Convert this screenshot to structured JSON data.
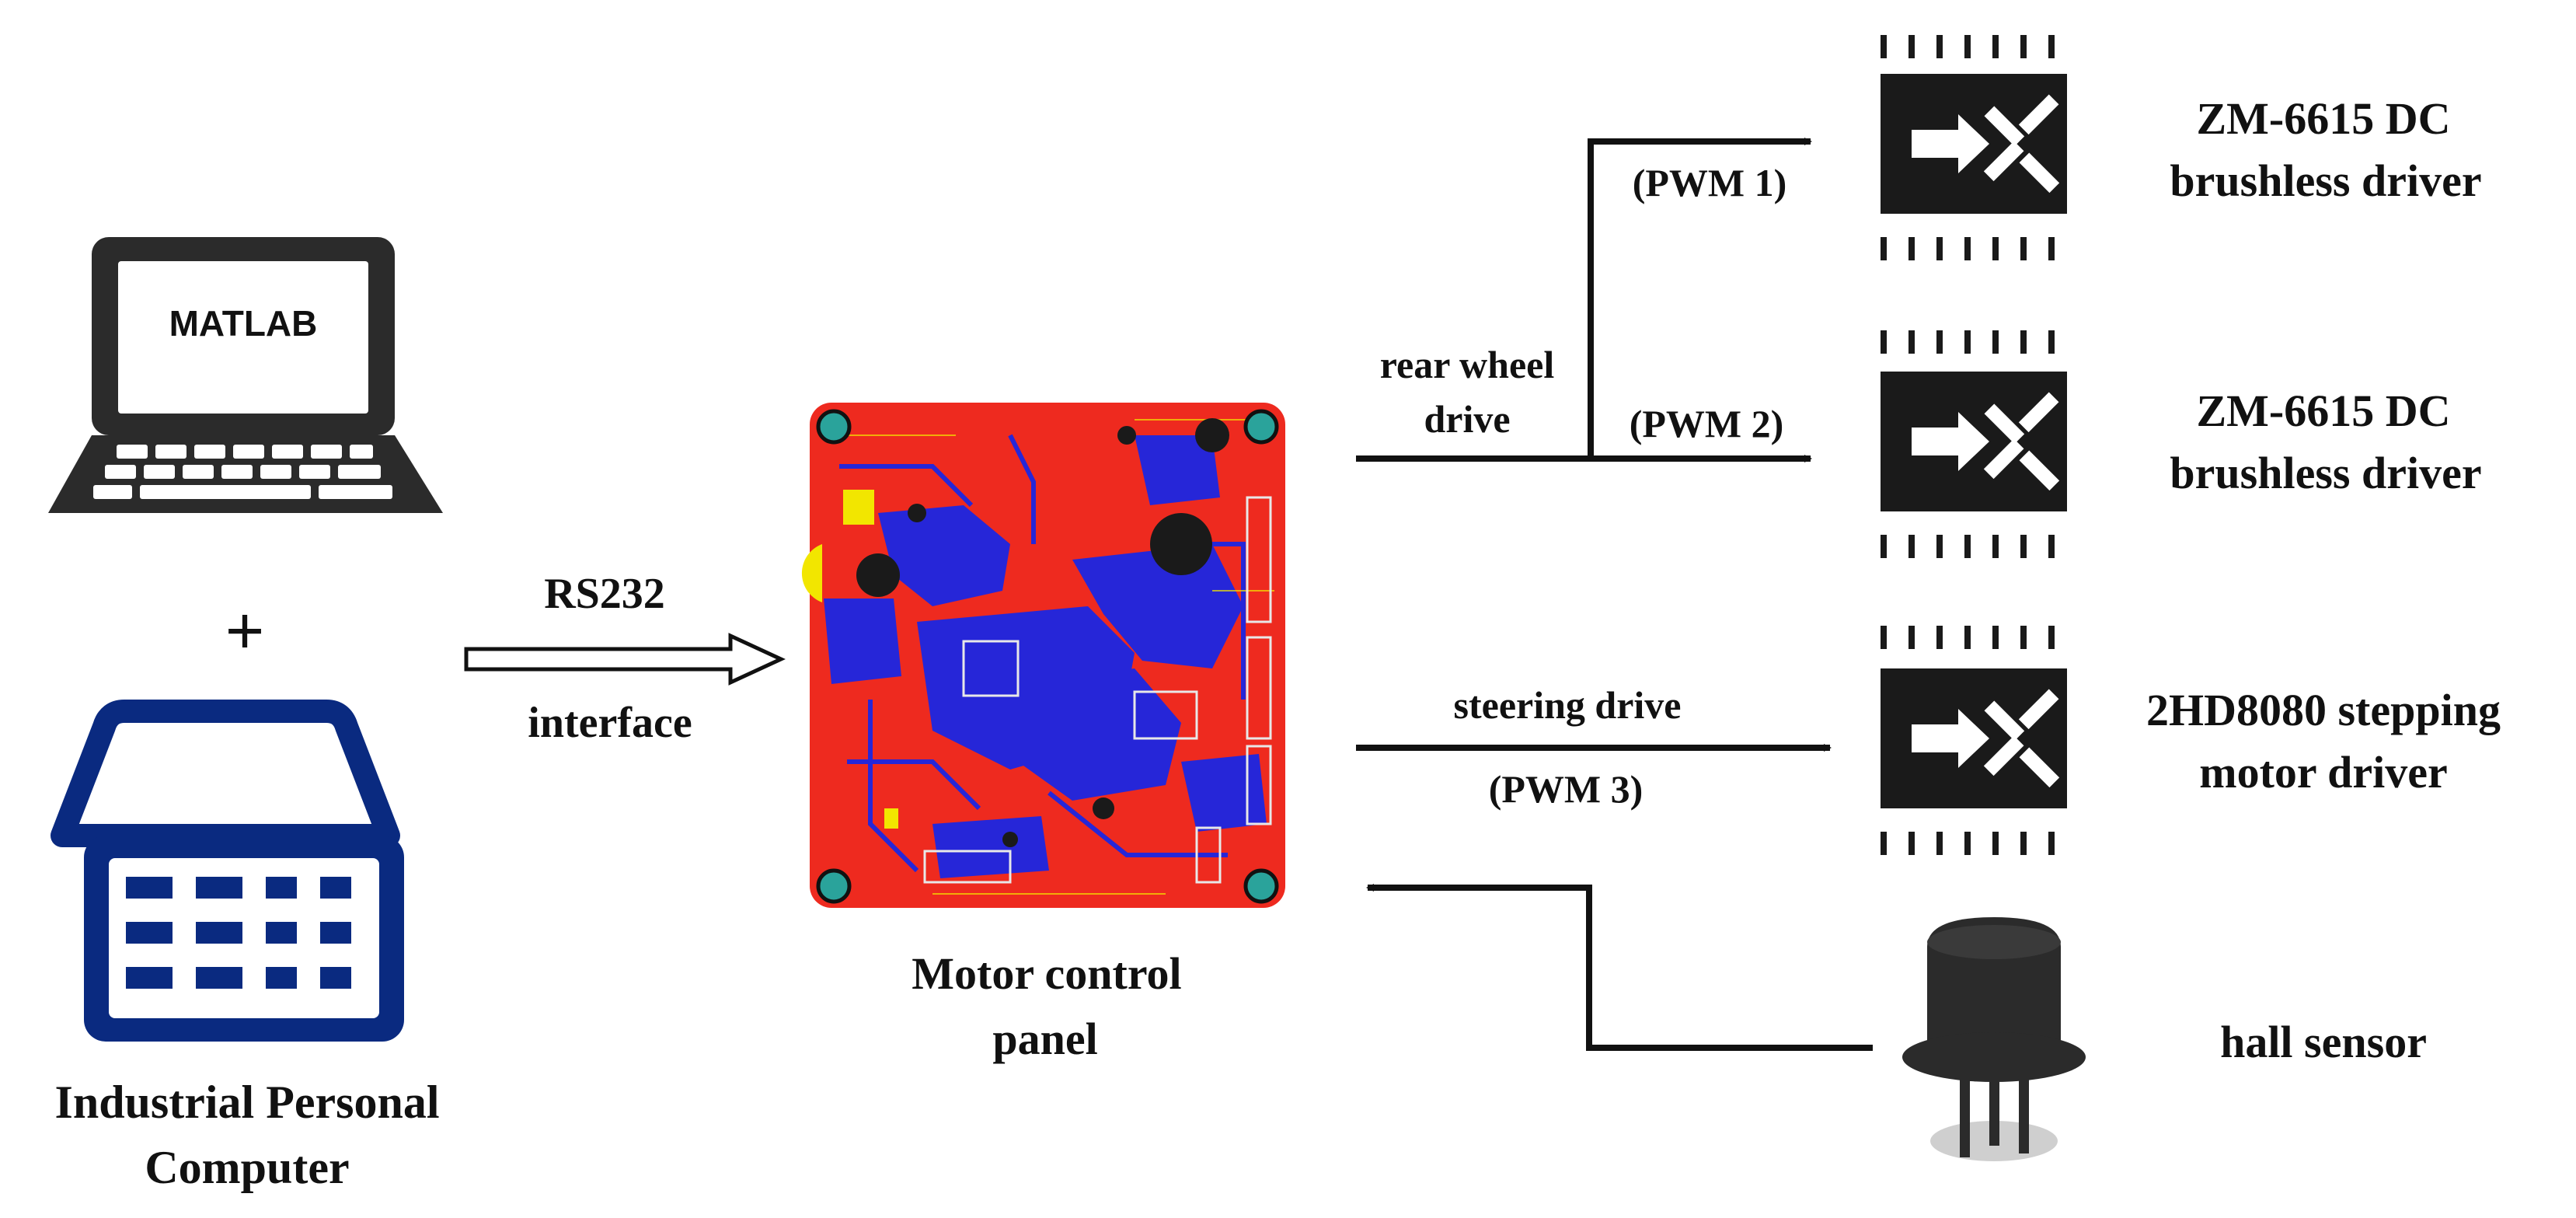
{
  "computer": {
    "screen_text": "MATLAB",
    "plus": "+",
    "ipc_label_line1": "Industrial Personal",
    "ipc_label_line2": "Computer"
  },
  "link": {
    "label_top": "RS232",
    "label_bottom": "interface"
  },
  "board": {
    "label_line1": "Motor control",
    "label_line2": "panel"
  },
  "rear_drive": {
    "label_line1": "rear wheel",
    "label_line2": "drive",
    "pwm1": "(PWM 1)",
    "pwm2": "(PWM 2)"
  },
  "steering": {
    "label": "steering drive",
    "pwm3": "(PWM 3)"
  },
  "drivers": [
    {
      "line1": "ZM-6615 DC",
      "line2": "brushless driver"
    },
    {
      "line1": "ZM-6615 DC",
      "line2": "brushless driver"
    },
    {
      "line1": "2HD8080 stepping",
      "line2": "motor driver"
    }
  ],
  "sensor": {
    "label": "hall sensor"
  },
  "colors": {
    "ipc_blue": "#0a2a80",
    "pcb_red": "#ee2a1f",
    "pcb_blue": "#2626d8",
    "pcb_pad": "#2aa39b",
    "pcb_yellow": "#f2e600",
    "chip_black": "#1a1a1a"
  }
}
